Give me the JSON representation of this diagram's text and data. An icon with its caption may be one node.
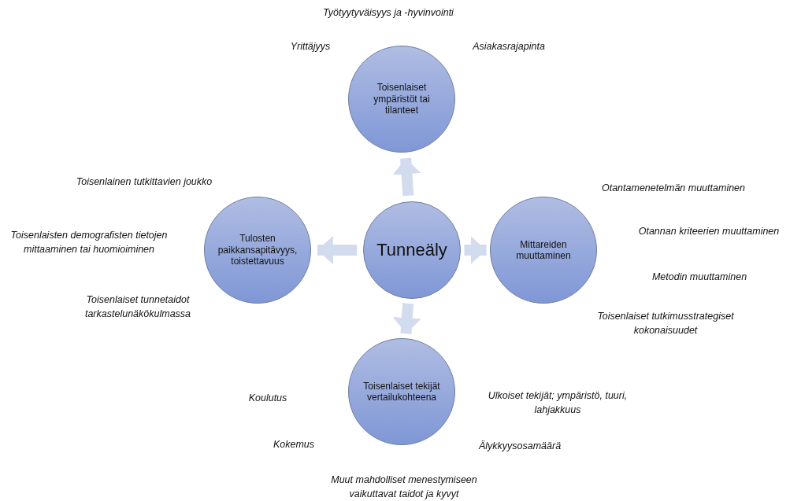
{
  "diagram": {
    "nodes": [
      {
        "text": [
          "Tunneäly"
        ]
      },
      {
        "text": [
          "Toisenlaiset ympäristöt tai tilanteet"
        ]
      },
      {
        "text": [
          "Mittareiden muuttaminen"
        ]
      },
      {
        "text": [
          "Toisenlaiset tekijät vertailukohteena"
        ]
      },
      {
        "text": [
          "Tulosten paikkansapitävyys, toistettavuus"
        ]
      }
    ],
    "edges": [
      {
        "from": 0,
        "to": 1,
        "arrow": "to"
      },
      {
        "from": 0,
        "to": 2,
        "arrow": "to"
      },
      {
        "from": 0,
        "to": 3,
        "arrow": "to"
      },
      {
        "from": 0,
        "to": 4,
        "arrow": "to"
      }
    ],
    "labels": [
      "Työtyytyväisyys ja -hyvinvointi",
      "Yrittäjyys",
      "Asiakasrajapinta",
      "Toisenlainen tutkittavien joukko",
      "Otantamenetelmän muuttaminen",
      "Toisenlaisten demografisten tietojen mittaaminen tai huomioiminen",
      "Otannan kriteerien muuttaminen",
      "Metodin muuttaminen",
      "Toisenlaiset tunnetaidot tarkastelunäkökulmassa",
      "Toisenlaiset tutkimusstrategiset kokonaisuudet",
      "Koulutus",
      "Ulkoiset tekijät; ympäristö, tuuri, lahjakkuus",
      "Kokemus",
      "Älykkyysosamäärä",
      "Muut mahdolliset menestymiseen vaikuttavat taidot ja kyvyt"
    ]
  }
}
